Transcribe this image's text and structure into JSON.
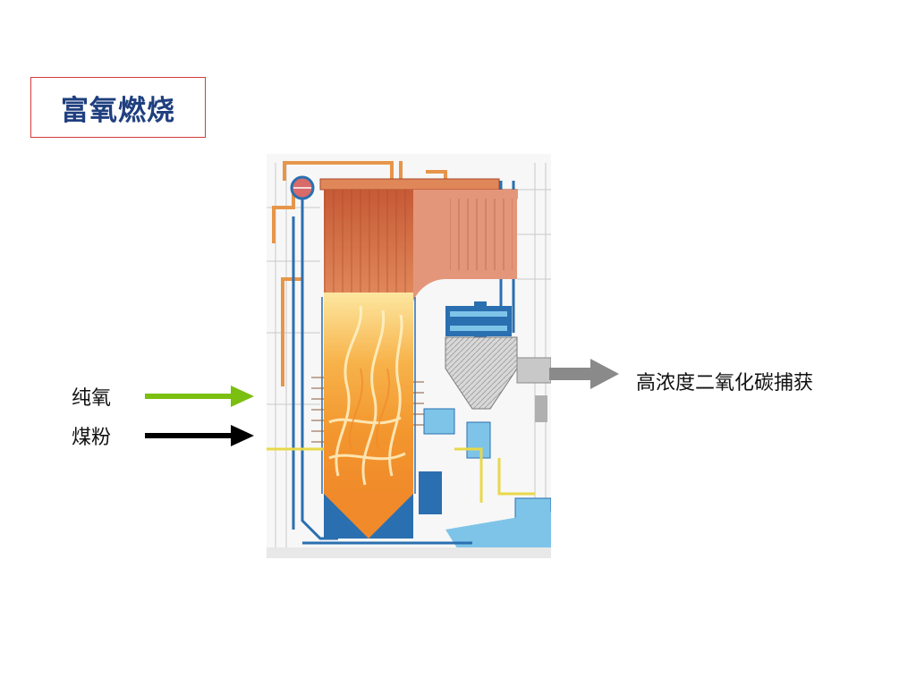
{
  "title": "富氧燃烧",
  "inputs": [
    {
      "label": "纯氧",
      "arrow_color": "#7bbf10"
    },
    {
      "label": "煤粉",
      "arrow_color": "#000000"
    }
  ],
  "output": {
    "label": "高浓度二氧化碳捕获",
    "arrow_color": "#8a8a8a"
  },
  "colors": {
    "title_border": "#d33a3a",
    "title_text": "#1f3f7f",
    "furnace_wall": "#c8643c",
    "flame": "#f4a030",
    "water_blue": "#2a6fb0",
    "light_blue": "#7ec4e8",
    "pipe_orange": "#e6964a",
    "ash_hopper": "#a8a8a8"
  }
}
